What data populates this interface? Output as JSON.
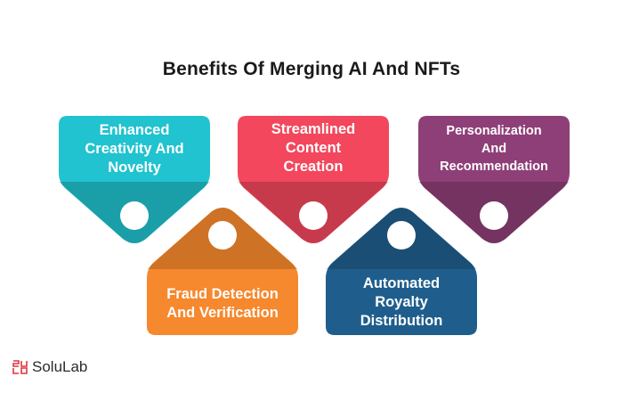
{
  "title": "Benefits Of Merging AI And NFTs",
  "cards": [
    {
      "lines": [
        "Enhanced",
        "Creativity And",
        "Novelty"
      ],
      "color": "#20c3cf"
    },
    {
      "lines": [
        "Streamlined",
        "Content",
        "Creation"
      ],
      "color": "#f2475c"
    },
    {
      "lines": [
        "Personalization",
        "And",
        "Recommendation"
      ],
      "color": "#8e3f77"
    },
    {
      "lines": [
        "Fraud Detection",
        "And Verification"
      ],
      "color": "#f6882d"
    },
    {
      "lines": [
        "Automated",
        "Royalty",
        "Distribution"
      ],
      "color": "#1f5e8c"
    }
  ],
  "logo": {
    "text": "SoluLab",
    "color": "#e0343c"
  }
}
